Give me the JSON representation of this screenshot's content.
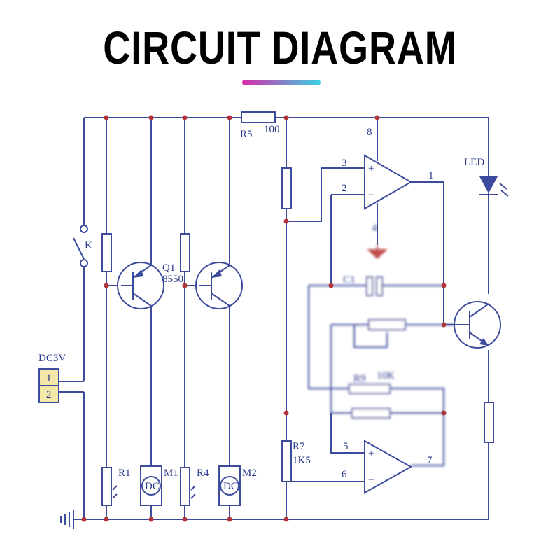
{
  "header": {
    "title": "CIRCUIT DIAGRAM"
  },
  "colors": {
    "wire": "#3c4b9c",
    "node": "#b0353a",
    "connector_fill": "#f4e8a8",
    "underline_start": "#d62aa8",
    "underline_end": "#3ad2e6"
  },
  "labels": {
    "r5": "R5",
    "r5_value": "100",
    "k": "K",
    "q1": "Q1",
    "q1_type": "8550",
    "dc3v": "DC3V",
    "pin1": "1",
    "pin2": "2",
    "r1": "R1",
    "m1": "M1",
    "r4": "R4",
    "m2": "M2",
    "dc1": "DC",
    "dc2": "DC",
    "r7": "R7",
    "r7_value": "1K5",
    "r9": "R9",
    "r9_value": "10K",
    "c1": "C1",
    "led": "LED",
    "op1_pin8": "8",
    "op1_pin3": "3",
    "op1_pin2": "2",
    "op1_pin1": "1",
    "op1_pin4": "4",
    "op2_pin5": "5",
    "op2_pin6": "6",
    "op2_pin7": "7",
    "plus1": "+",
    "minus1": "−",
    "plus2": "+",
    "minus2": "−"
  }
}
